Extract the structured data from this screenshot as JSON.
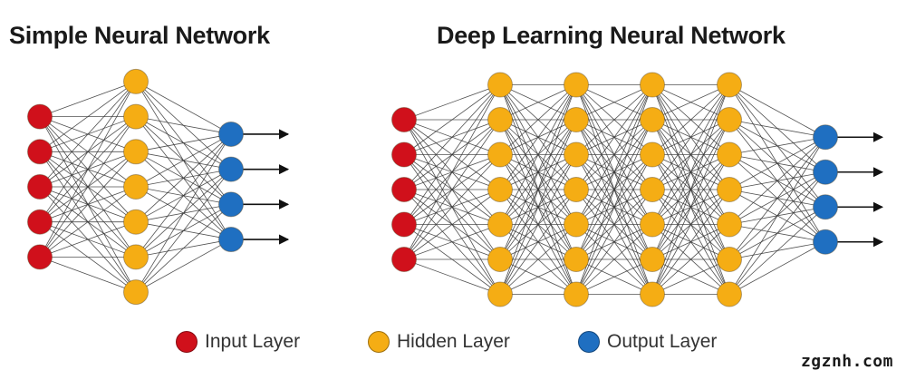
{
  "titles": {
    "simple": "Simple Neural Network",
    "deep": "Deep Learning Neural Network"
  },
  "legend": {
    "input": "Input Layer",
    "hidden": "Hidden Layer",
    "output": "Output Layer"
  },
  "colors": {
    "input": "#d0101b",
    "hidden": "#f5ad14",
    "output": "#1f6fc1",
    "edge": "#333333",
    "node_stroke": "#5a4a2a"
  },
  "watermark": "zgznh.com",
  "networks": [
    {
      "id": "simple",
      "layers": [
        5,
        7,
        4
      ]
    },
    {
      "id": "deep",
      "layers": [
        5,
        7,
        7,
        7,
        7,
        4
      ]
    }
  ]
}
